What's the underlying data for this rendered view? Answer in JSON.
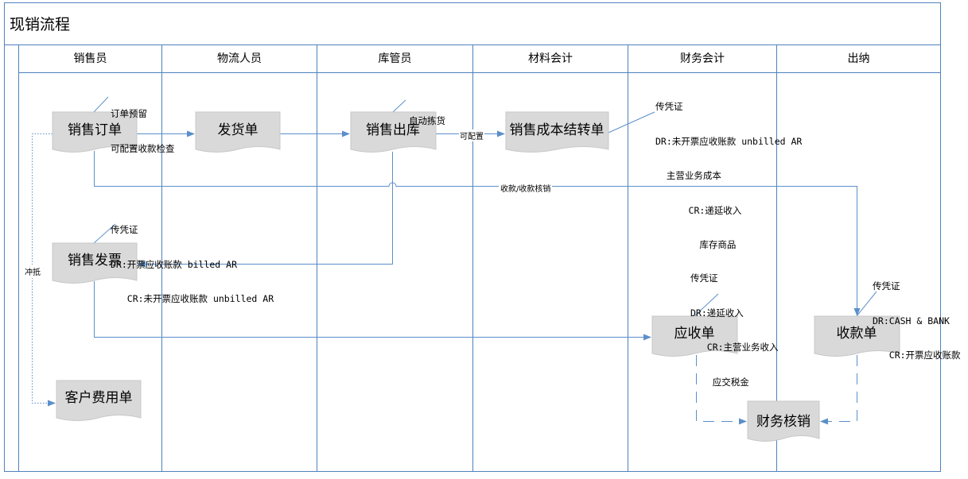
{
  "title": "现销流程",
  "lanes": [
    "销售员",
    "物流人员",
    "库管员",
    "材料会计",
    "财务会计",
    "出纳"
  ],
  "nodes": {
    "sales_order": "销售订单",
    "delivery_order": "发货单",
    "sales_outbound": "销售出库",
    "cost_carryover": "销售成本结转单",
    "sales_invoice": "销售发票",
    "customer_expense": "客户费用单",
    "receivable": "应收单",
    "receipt": "收款单",
    "settlement": "财务核销"
  },
  "annotations": {
    "order_note": [
      "订单预留",
      "可配置收款检查"
    ],
    "picking_note": [
      "自动拣货"
    ],
    "cost_voucher": [
      "传凭证",
      "DR:未开票应收账款 unbilled AR",
      "  主营业务成本",
      "      CR:递延收入",
      "        库存商品"
    ],
    "invoice_voucher": [
      "传凭证",
      "DR:开票应收账款 billed AR",
      "   CR:未开票应收账款 unbilled AR"
    ],
    "receivable_voucher": [
      "传凭证",
      "DR:递延收入",
      "   CR:主营业务收入",
      "    应交税金"
    ],
    "receipt_voucher": [
      "传凭证",
      "DR:CASH & BANK",
      "   CR:开票应收账款"
    ]
  },
  "edge_labels": {
    "configurable": "可配置",
    "collect_settle": "收款/收款核销",
    "offset": "冲抵"
  },
  "colors": {
    "line": "#5b8fc9",
    "doc_fill": "#d9d9d9",
    "doc_stroke": "#c8c8c8",
    "frame": "#4f81bd"
  }
}
